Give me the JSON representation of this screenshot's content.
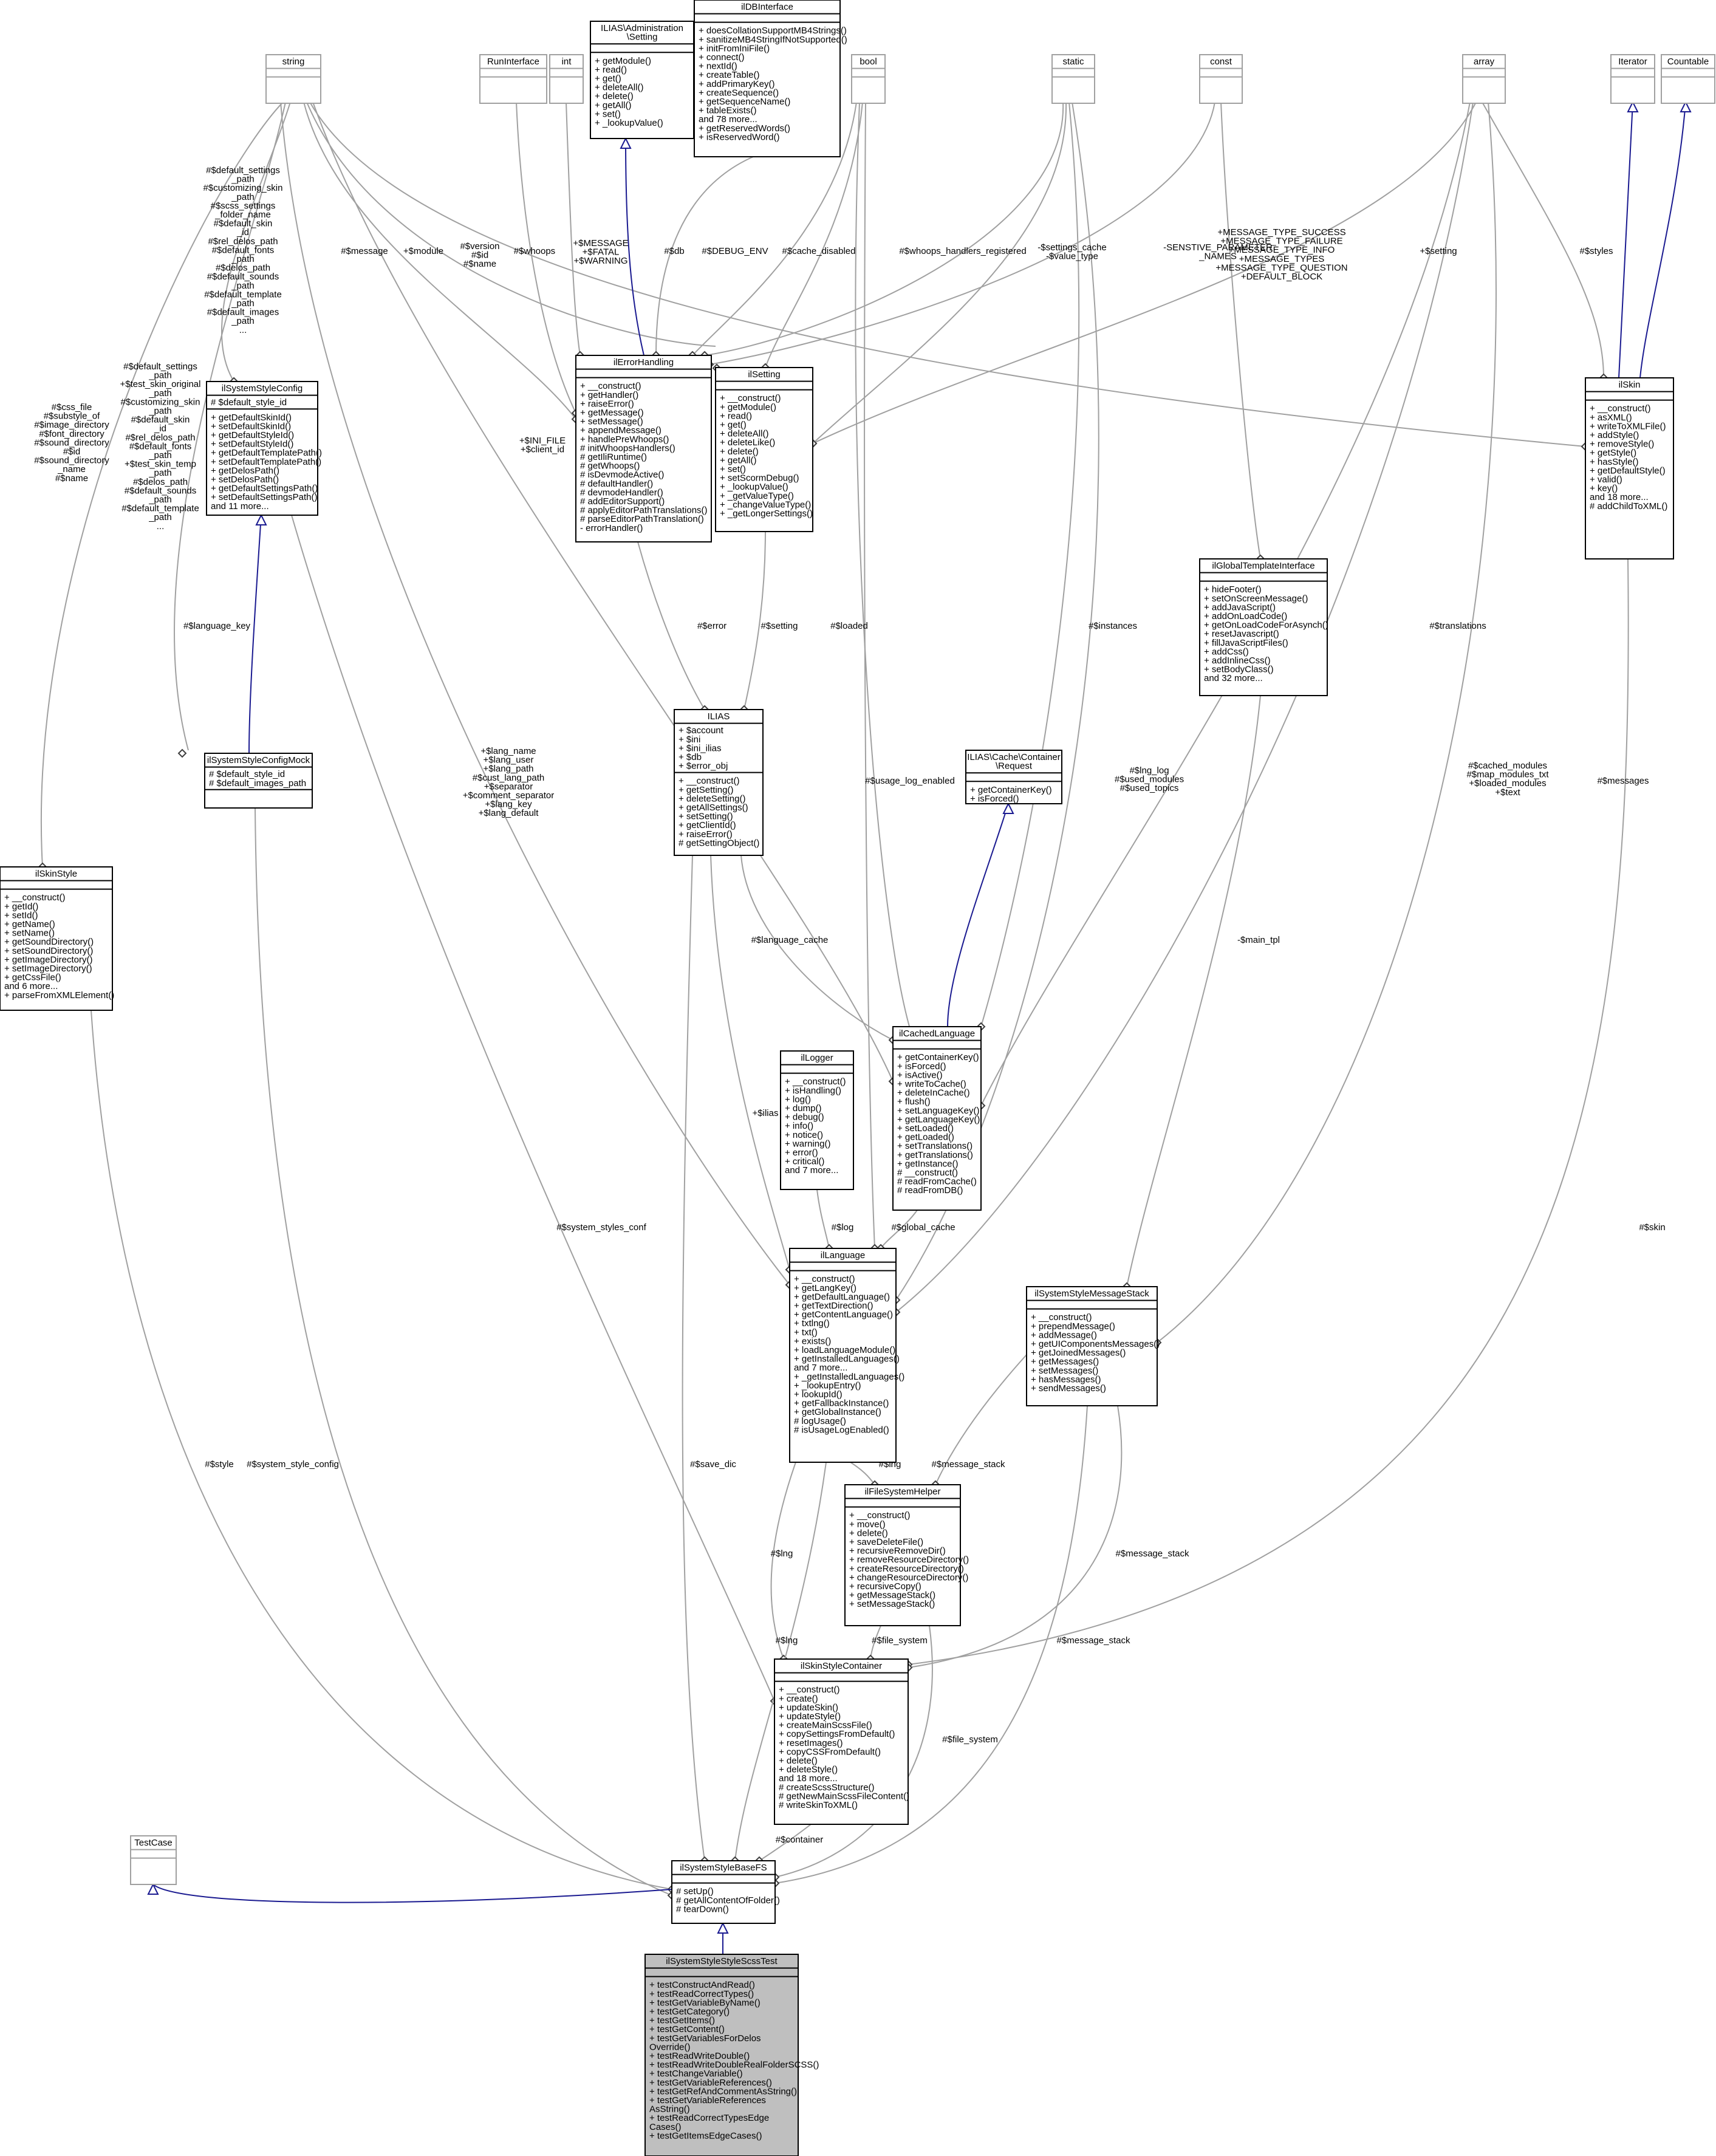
{
  "classes": [
    {
      "id": "string",
      "title": [
        "string"
      ],
      "attrs": [],
      "methods": [],
      "ghost": true
    },
    {
      "id": "RunInterface",
      "title": [
        "RunInterface"
      ],
      "attrs": [],
      "methods": [],
      "ghost": true
    },
    {
      "id": "int",
      "title": [
        "int"
      ],
      "attrs": [],
      "methods": [],
      "ghost": true
    },
    {
      "id": "Setting",
      "title": [
        "ILIAS\\Administration",
        "\\Setting"
      ],
      "attrs": [],
      "methods": [
        "+ getModule()",
        "+ read()",
        "+ get()",
        "+ deleteAll()",
        "+ delete()",
        "+ getAll()",
        "+ set()",
        "+ _lookupValue()"
      ]
    },
    {
      "id": "ilDBInterface",
      "title": [
        "ilDBInterface"
      ],
      "attrs": [],
      "methods": [
        "+ doesCollationSupportMB4Strings()",
        "+ sanitizeMB4StringIfNotSupported()",
        "+ initFromIniFile()",
        "+ connect()",
        "+ nextId()",
        "+ createTable()",
        "+ addPrimaryKey()",
        "+ createSequence()",
        "+ getSequenceName()",
        "+ tableExists()",
        "and 78 more...",
        "+ getReservedWords()",
        "+ isReservedWord()"
      ]
    },
    {
      "id": "bool",
      "title": [
        "bool"
      ],
      "attrs": [],
      "methods": [],
      "ghost": true
    },
    {
      "id": "static",
      "title": [
        "static"
      ],
      "attrs": [],
      "methods": [],
      "ghost": true
    },
    {
      "id": "const",
      "title": [
        "const"
      ],
      "attrs": [],
      "methods": [],
      "ghost": true
    },
    {
      "id": "array",
      "title": [
        "array"
      ],
      "attrs": [],
      "methods": [],
      "ghost": true
    },
    {
      "id": "Iterator",
      "title": [
        "Iterator"
      ],
      "attrs": [],
      "methods": [],
      "ghost": true
    },
    {
      "id": "Countable",
      "title": [
        "Countable"
      ],
      "attrs": [],
      "methods": [],
      "ghost": true
    },
    {
      "id": "ilSystemStyleConfig",
      "title": [
        "ilSystemStyleConfig"
      ],
      "attrs": [
        "# $default_style_id"
      ],
      "methods": [
        "+ getDefaultSkinId()",
        "+ setDefaultSkinId()",
        "+ getDefaultStyleId()",
        "+ setDefaultStyleId()",
        "+ getDefaultTemplatePath()",
        "+ setDefaultTemplatePath()",
        "+ getDelosPath()",
        "+ setDelosPath()",
        "+ getDefaultSettingsPath()",
        "+ setDefaultSettingsPath()",
        "and 11 more..."
      ]
    },
    {
      "id": "ilErrorHandling",
      "title": [
        "ilErrorHandling"
      ],
      "attrs": [],
      "methods": [
        "+ __construct()",
        "+ getHandler()",
        "+ raiseError()",
        "+ getMessage()",
        "+ setMessage()",
        "+ appendMessage()",
        "+ handlePreWhoops()",
        "# initWhoopsHandlers()",
        "# getIliRuntime()",
        "# getWhoops()",
        "# isDevmodeActive()",
        "# defaultHandler()",
        "# devmodeHandler()",
        "# addEditorSupport()",
        "# applyEditorPathTranslations()",
        "# parseEditorPathTranslation()",
        "- errorHandler()"
      ]
    },
    {
      "id": "ilSetting",
      "title": [
        "ilSetting"
      ],
      "attrs": [],
      "methods": [
        "+ __construct()",
        "+ getModule()",
        "+ read()",
        "+ get()",
        "+ deleteAll()",
        "+ deleteLike()",
        "+ delete()",
        "+ getAll()",
        "+ set()",
        "+ setScormDebug()",
        "+ _lookupValue()",
        "+ _getValueType()",
        "+ _changeValueType()",
        "+ _getLongerSettings()"
      ]
    },
    {
      "id": "ilSkin",
      "title": [
        "ilSkin"
      ],
      "attrs": [],
      "methods": [
        "+ __construct()",
        "+ asXML()",
        "+ writeToXMLFile()",
        "+ addStyle()",
        "+ removeStyle()",
        "+ getStyle()",
        "+ hasStyle()",
        "+ getDefaultStyle()",
        "+ valid()",
        "+ key()",
        "and 18 more...",
        "# addChildToXML()"
      ]
    },
    {
      "id": "ilGlobalTemplateInterface",
      "title": [
        "ilGlobalTemplateInterface"
      ],
      "attrs": [],
      "methods": [
        "+ hideFooter()",
        "+ setOnScreenMessage()",
        "+ addJavaScript()",
        "+ addOnLoadCode()",
        "+ getOnLoadCodeForAsynch()",
        "+ resetJavascript()",
        "+ fillJavaScriptFiles()",
        "+ addCss()",
        "+ addInlineCss()",
        "+ setBodyClass()",
        "and 32 more..."
      ]
    },
    {
      "id": "ILIAS",
      "title": [
        "ILIAS"
      ],
      "attrs": [
        "+ $account",
        "+ $ini",
        "+ $ini_ilias",
        "+ $db",
        "+ $error_obj"
      ],
      "methods": [
        "+ __construct()",
        "+ getSetting()",
        "+ deleteSetting()",
        "+ getAllSettings()",
        "+ setSetting()",
        "+ getClientId()",
        "+ raiseError()",
        "# getSettingObject()"
      ]
    },
    {
      "id": "CacheRequest",
      "title": [
        "ILIAS\\Cache\\Container",
        "\\Request"
      ],
      "attrs": [],
      "methods": [
        "+ getContainerKey()",
        "+ isForced()"
      ]
    },
    {
      "id": "ilSystemStyleConfigMock",
      "title": [
        "ilSystemStyleConfigMock"
      ],
      "attrs": [
        "# $default_style_id",
        "# $default_images_path"
      ],
      "methods": []
    },
    {
      "id": "ilSkinStyle",
      "title": [
        "ilSkinStyle"
      ],
      "attrs": [],
      "methods": [
        "+ __construct()",
        "+ getId()",
        "+ setId()",
        "+ getName()",
        "+ setName()",
        "+ getSoundDirectory()",
        "+ setSoundDirectory()",
        "+ getImageDirectory()",
        "+ setImageDirectory()",
        "+ getCssFile()",
        "and 6 more...",
        "+ parseFromXMLElement()"
      ]
    },
    {
      "id": "ilCachedLanguage",
      "title": [
        "ilCachedLanguage"
      ],
      "attrs": [],
      "methods": [
        "+ getContainerKey()",
        "+ isForced()",
        "+ isActive()",
        "+ writeToCache()",
        "+ deleteInCache()",
        "+ flush()",
        "+ setLanguageKey()",
        "+ getLanguageKey()",
        "+ setLoaded()",
        "+ getLoaded()",
        "+ setTranslations()",
        "+ getTranslations()",
        "+ getInstance()",
        "# __construct()",
        "# readFromCache()",
        "# readFromDB()"
      ]
    },
    {
      "id": "ilLogger",
      "title": [
        "ilLogger"
      ],
      "attrs": [],
      "methods": [
        "+ __construct()",
        "+ isHandling()",
        "+ log()",
        "+ dump()",
        "+ debug()",
        "+ info()",
        "+ notice()",
        "+ warning()",
        "+ error()",
        "+ critical()",
        "and 7 more..."
      ]
    },
    {
      "id": "ilLanguage",
      "title": [
        "ilLanguage"
      ],
      "attrs": [],
      "methods": [
        "+ __construct()",
        "+ getLangKey()",
        "+ getDefaultLanguage()",
        "+ getTextDirection()",
        "+ getContentLanguage()",
        "+ txtlng()",
        "+ txt()",
        "+ exists()",
        "+ loadLanguageModule()",
        "+ getInstalledLanguages()",
        "and 7 more...",
        "+ _getInstalledLanguages()",
        "+ _lookupEntry()",
        "+ lookupId()",
        "+ getFallbackInstance()",
        "+ getGlobalInstance()",
        "# logUsage()",
        "# isUsageLogEnabled()"
      ]
    },
    {
      "id": "ilSystemStyleMessageStack",
      "title": [
        "ilSystemStyleMessageStack"
      ],
      "attrs": [],
      "methods": [
        "+ __construct()",
        "+ prependMessage()",
        "+ addMessage()",
        "+ getUIComponentsMessages()",
        "+ getJoinedMessages()",
        "+ getMessages()",
        "+ setMessages()",
        "+ hasMessages()",
        "+ sendMessages()"
      ]
    },
    {
      "id": "ilFileSystemHelper",
      "title": [
        "ilFileSystemHelper"
      ],
      "attrs": [],
      "methods": [
        "+ __construct()",
        "+ move()",
        "+ delete()",
        "+ saveDeleteFile()",
        "+ recursiveRemoveDir()",
        "+ removeResourceDirectory()",
        "+ createResourceDirectory()",
        "+ changeResourceDirectory()",
        "+ recursiveCopy()",
        "+ getMessageStack()",
        "+ setMessageStack()"
      ]
    },
    {
      "id": "ilSkinStyleContainer",
      "title": [
        "ilSkinStyleContainer"
      ],
      "attrs": [],
      "methods": [
        "+ __construct()",
        "+ create()",
        "+ updateSkin()",
        "+ updateStyle()",
        "+ createMainScssFile()",
        "+ copySettingsFromDefault()",
        "+ resetImages()",
        "+ copyCSSFromDefault()",
        "+ delete()",
        "+ deleteStyle()",
        "and 18 more...",
        "# createScssStructure()",
        "# getNewMainScssFileContent()",
        "# writeSkinToXML()"
      ]
    },
    {
      "id": "TestCase",
      "title": [
        "TestCase"
      ],
      "attrs": [],
      "methods": [],
      "ghost": true
    },
    {
      "id": "ilSystemStyleBaseFS",
      "title": [
        "ilSystemStyleBaseFS"
      ],
      "attrs": [],
      "methods": [
        "# setUp()",
        "# getAllContentOfFolder()",
        "# tearDown()"
      ]
    },
    {
      "id": "ilSystemStyleStyleScssTest",
      "title": [
        "ilSystemStyleStyleScssTest"
      ],
      "attrs": [],
      "methods": [
        "+ testConstructAndRead()",
        "+ testReadCorrectTypes()",
        "+ testGetVariableByName()",
        "+ testGetCategory()",
        "+ testGetItems()",
        "+ testGetContent()",
        "+ testGetVariablesForDelos",
        "Override()",
        "+ testReadWriteDouble()",
        "+ testReadWriteDoubleRealFolderSCSS()",
        "+ testChangeVariable()",
        "+ testGetVariableReferences()",
        "+ testGetRefAndCommentAsString()",
        "+ testGetVariableReferences",
        "AsString()",
        "+ testReadCorrectTypesEdge",
        "Cases()",
        "+ testGetItemsEdgeCases()"
      ],
      "focus": true
    }
  ],
  "edge_labels": [
    {
      "id": "e_sysconf_defaults",
      "lines": [
        "#$default_settings",
        "_path",
        "#$customizing_skin",
        "_path",
        "#$scss_settings",
        "_folder_name",
        "#$default_skin",
        "_id",
        "#$rel_delos_path",
        "#$default_fonts",
        "_path",
        "#$delos_path",
        "#$default_sounds",
        "_path",
        "#$default_template",
        "_path",
        "#$default_images",
        "_path",
        "..."
      ]
    },
    {
      "id": "e_mock_defaults",
      "lines": [
        "#$default_settings",
        "_path",
        "+$test_skin_original",
        "_path",
        "#$customizing_skin",
        "_path",
        "#$default_skin",
        "_id",
        "#$rel_delos_path",
        "#$default_fonts",
        "_path",
        "+$test_skin_temp",
        "_path",
        "#$delos_path",
        "#$default_sounds",
        "_path",
        "#$default_template",
        "_path",
        "..."
      ]
    },
    {
      "id": "e_skinstyle_strings",
      "lines": [
        "#$css_file",
        "#$substyle_of",
        "#$image_directory",
        "#$font_directory",
        "#$sound_directory",
        "#$id",
        "#$sound_directory",
        "_name",
        "#$name"
      ]
    },
    {
      "id": "e_err_message",
      "lines": [
        "#$message"
      ]
    },
    {
      "id": "e_setting_module",
      "lines": [
        "+$module"
      ]
    },
    {
      "id": "e_skin_version",
      "lines": [
        "#$version",
        "#$id",
        "#$name"
      ]
    },
    {
      "id": "e_err_whoops",
      "lines": [
        "#$whoops"
      ]
    },
    {
      "id": "e_err_ints",
      "lines": [
        "+$MESSAGE",
        "+$FATAL",
        "+$WARNING"
      ]
    },
    {
      "id": "e_ilias_ini",
      "lines": [
        "+$INI_FILE",
        "+$client_id"
      ]
    },
    {
      "id": "e_setting_db",
      "lines": [
        "#$db"
      ]
    },
    {
      "id": "e_err_debug",
      "lines": [
        "#$DEBUG_ENV"
      ]
    },
    {
      "id": "e_setting_cache",
      "lines": [
        "#$cache_disabled"
      ]
    },
    {
      "id": "e_err_registered",
      "lines": [
        "#$whoops_handlers_registered"
      ]
    },
    {
      "id": "e_setting_static",
      "lines": [
        "-$settings_cache",
        "-$value_type"
      ]
    },
    {
      "id": "e_err_const",
      "lines": [
        "-SENSTIVE_PARAMETER",
        "_NAMES"
      ]
    },
    {
      "id": "e_msg_const",
      "lines": [
        "+MESSAGE_TYPE_SUCCESS",
        "+MESSAGE_TYPE_FAILURE",
        "+MESSAGE_TYPE_INFO",
        "+MESSAGE_TYPES",
        "+MESSAGE_TYPE_QUESTION",
        "+DEFAULT_BLOCK"
      ]
    },
    {
      "id": "e_setting_array",
      "lines": [
        "+$setting"
      ]
    },
    {
      "id": "e_skin_styles",
      "lines": [
        "#$styles"
      ]
    },
    {
      "id": "e_mock_langkey",
      "lines": [
        "#$language_key"
      ]
    },
    {
      "id": "e_ilias_error",
      "lines": [
        "#$error"
      ]
    },
    {
      "id": "e_ilias_setting",
      "lines": [
        "#$setting"
      ]
    },
    {
      "id": "e_cached_loaded",
      "lines": [
        "#$loaded"
      ]
    },
    {
      "id": "e_cached_instances",
      "lines": [
        "#$instances"
      ]
    },
    {
      "id": "e_cached_translations",
      "lines": [
        "#$translations"
      ]
    },
    {
      "id": "e_lang_strings",
      "lines": [
        "+$lang_name",
        "+$lang_user",
        "+$lang_path",
        "#$cust_lang_path",
        "+$separator",
        "+$comment_separator",
        "+$lang_key",
        "+$lang_default"
      ]
    },
    {
      "id": "e_lang_usage",
      "lines": [
        "#$usage_log_enabled"
      ]
    },
    {
      "id": "e_lang_statics",
      "lines": [
        "#$lng_log",
        "#$used_modules",
        "#$used_topics"
      ]
    },
    {
      "id": "e_lang_arrays",
      "lines": [
        "#$cached_modules",
        "#$map_modules_txt",
        "+$loaded_modules",
        "+$text"
      ]
    },
    {
      "id": "e_msg_messages",
      "lines": [
        "#$messages"
      ]
    },
    {
      "id": "e_lang_cache",
      "lines": [
        "#$language_cache"
      ]
    },
    {
      "id": "e_msg_maintpl",
      "lines": [
        "-$main_tpl"
      ]
    },
    {
      "id": "e_lang_ilias",
      "lines": [
        "+$ilias"
      ]
    },
    {
      "id": "e_lang_log",
      "lines": [
        "#$log"
      ]
    },
    {
      "id": "e_lang_global",
      "lines": [
        "#$global_cache"
      ]
    },
    {
      "id": "e_container_conf",
      "lines": [
        "#$system_styles_conf"
      ]
    },
    {
      "id": "e_container_skin",
      "lines": [
        "#$skin"
      ]
    },
    {
      "id": "e_base_style",
      "lines": [
        "#$style"
      ]
    },
    {
      "id": "e_base_config",
      "lines": [
        "#$system_style_config"
      ]
    },
    {
      "id": "e_base_savedic",
      "lines": [
        "#$save_dic"
      ]
    },
    {
      "id": "e_fs_msgstack",
      "lines": [
        "#$message_stack"
      ]
    },
    {
      "id": "e_fs_lng",
      "lines": [
        "#$lng"
      ]
    },
    {
      "id": "e_container_lng",
      "lines": [
        "#$lng"
      ]
    },
    {
      "id": "e_container_msgstack",
      "lines": [
        "#$message_stack"
      ]
    },
    {
      "id": "e_base_lng",
      "lines": [
        "#$lng"
      ]
    },
    {
      "id": "e_container_fs",
      "lines": [
        "#$file_system"
      ]
    },
    {
      "id": "e_base_msgstack",
      "lines": [
        "#$message_stack"
      ]
    },
    {
      "id": "e_base_fs",
      "lines": [
        "#$file_system"
      ]
    },
    {
      "id": "e_base_container",
      "lines": [
        "#$container"
      ]
    }
  ]
}
